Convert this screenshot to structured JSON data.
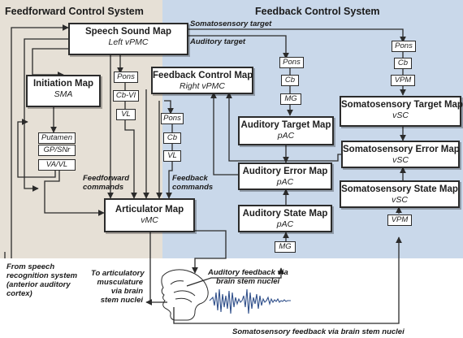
{
  "titles": {
    "feedforward": "Feedforward Control System",
    "feedback": "Feedback Control System"
  },
  "targets": {
    "somatosensory": "Somatosensory target",
    "auditory": "Auditory target"
  },
  "maps": {
    "speech_sound": {
      "title": "Speech Sound Map",
      "sub": "Left vPMC"
    },
    "initiation": {
      "title": "Initiation Map",
      "sub": "SMA"
    },
    "feedback_control": {
      "title": "Feedback Control Map",
      "sub": "Right vPMC"
    },
    "articulator": {
      "title": "Articulator Map",
      "sub": "vMC"
    },
    "auditory_target": {
      "title": "Auditory Target Map",
      "sub": "pAC"
    },
    "auditory_error": {
      "title": "Auditory Error Map",
      "sub": "pAC"
    },
    "auditory_state": {
      "title": "Auditory State Map",
      "sub": "pAC"
    },
    "somato_target": {
      "title": "Somatosensory Target Map",
      "sub": "vSC"
    },
    "somato_error": {
      "title": "Somatosensory Error Map",
      "sub": "vSC"
    },
    "somato_state": {
      "title": "Somatosensory State Map",
      "sub": "vSC"
    }
  },
  "nuclei": {
    "putamen": "Putamen",
    "gp_snr": "GP/SNr",
    "va_vl": "VA/VL",
    "pons": "Pons",
    "cb_vi": "Cb-VI",
    "vl": "VL",
    "cb": "Cb",
    "mg": "MG",
    "vpm": "VPM"
  },
  "commands": {
    "feedforward": [
      "Feedforward",
      "commands"
    ],
    "feedback": [
      "Feedback",
      "commands"
    ]
  },
  "bottom": {
    "speech_recognition": [
      "From speech",
      "recognition system",
      "(anterior auditory",
      "cortex)"
    ],
    "musculature": [
      "To articulatory",
      "musculature",
      "via brain",
      "stem nuclei"
    ],
    "auditory_feedback": [
      "Auditory feedback via",
      "brain stem nuclei"
    ],
    "somatosensory_feedback": "Somatosensory feedback via brain stem nuclei"
  },
  "colors": {
    "feedforward_panel": "#e6e0d6",
    "feedback_panel": "#c9d8ea",
    "waveform": "#2f4f8a"
  }
}
